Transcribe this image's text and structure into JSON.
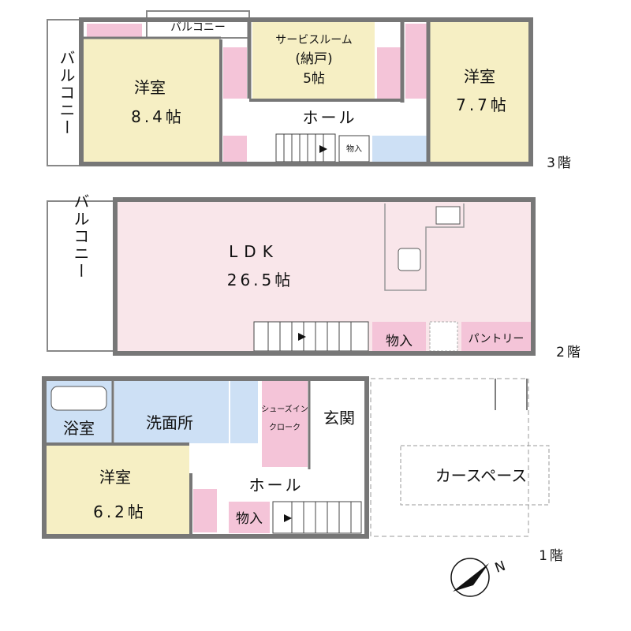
{
  "colors": {
    "room_yellow": "#f6efc4",
    "ldk_pink": "#f9e6ea",
    "closet_pink": "#f4c4d8",
    "wet_blue": "#cde0f5",
    "wall": "#777777"
  },
  "floor3": {
    "floor_label": "3階",
    "balcony_left": "バルコニー",
    "balcony_top": "バルコニー",
    "west_room": {
      "name": "洋室",
      "size": "8.4帖"
    },
    "service_room": {
      "line1": "サービスルーム",
      "line2": "(納戸)",
      "line3": "5帖"
    },
    "east_room": {
      "name": "洋室",
      "size": "7.7帖"
    },
    "hall": "ホール",
    "storage": "物入"
  },
  "floor2": {
    "floor_label": "2階",
    "balcony": "バルコニー",
    "ldk": {
      "name": "LDK",
      "size": "26.5帖"
    },
    "storage": "物入",
    "pantry": "パントリー"
  },
  "floor1": {
    "floor_label": "1階",
    "bath": "浴室",
    "washroom": "洗面所",
    "shoes_closet_line1": "シューズイン",
    "shoes_closet_line2": "クローク",
    "entrance": "玄関",
    "room": {
      "name": "洋室",
      "size": "6.2帖"
    },
    "hall": "ホール",
    "storage": "物入",
    "carport": "カースペース"
  },
  "compass": {
    "letter": "N"
  }
}
